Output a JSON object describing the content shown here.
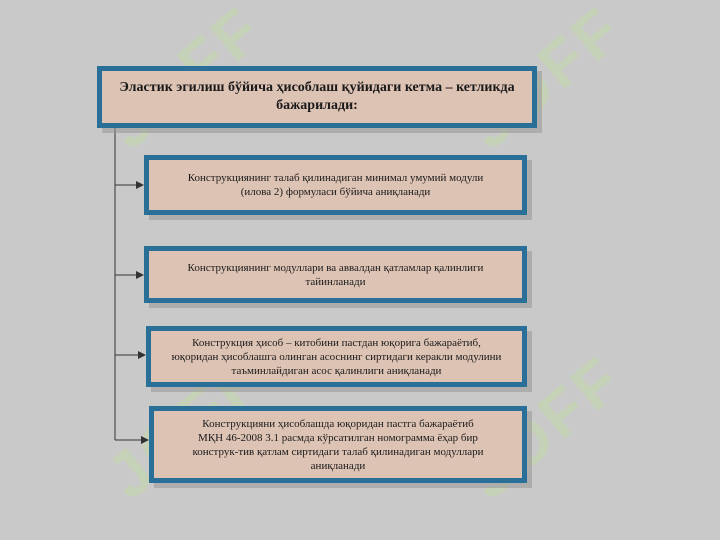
{
  "watermark": "JOFF",
  "title": "Эластик эгилиш бўйича ҳисоблаш қуйидаги кетма – кетликда бажарилади:",
  "steps": [
    {
      "line1": "Конструкциянинг талаб қилинадиган минимал умумий модули",
      "line2": "(илова 2) формуласи бўйича аниқланади"
    },
    {
      "line1": "Конструкциянинг модуллари ва аввалдан қатламлар қалинлиги",
      "line2": "тайинланади"
    },
    {
      "line1": "Конструкция ҳисоб – китобини пастдан юқорига бажараётиб,",
      "line2": "юқоридан ҳисоблашга олинган асоснинг сиртидаги керакли модулини",
      "line3": "таъминлайдиган асос қалинлиги аниқланади"
    },
    {
      "line1": "Конструкцияни ҳисоблашда юқоридан пастга бажараётиб",
      "line2": "МҚН 46-2008 3.1 расмда кўрсатилган номограмма ёҳар бир",
      "line3": "конструк-тив қатлам сиртидаги талаб қилинадиган модуллари",
      "line4": "аниқланади"
    }
  ],
  "colors": {
    "background": "#c9c9c9",
    "box_fill": "#ddc3b4",
    "box_border": "#2a6f97",
    "connector": "#333333"
  }
}
